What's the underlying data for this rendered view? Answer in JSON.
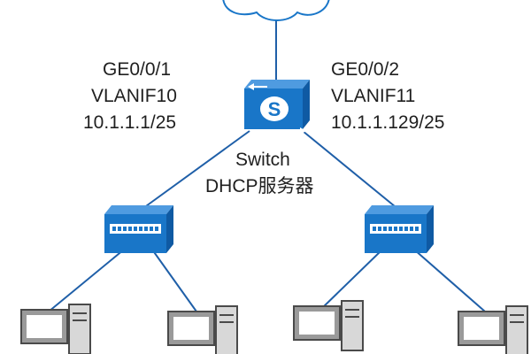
{
  "diagram": {
    "colors": {
      "switch_blue": "#1976c8",
      "switch_dark": "#0f5aa3",
      "link_line": "#1f5fa8",
      "cloud_stroke": "#1976c8",
      "pc_gray": "#9a9a9a",
      "pc_dark": "#4a4a4a",
      "text": "#1f1f1f"
    },
    "core_switch": {
      "icon": "layer3-switch-icon",
      "glyph": "S",
      "name_label": "Switch",
      "role_label": "DHCP服务器"
    },
    "left_interface": {
      "port": "GE0/0/1",
      "vlanif": "VLANIF10",
      "ip": "10.1.1.1/25"
    },
    "right_interface": {
      "port": "GE0/0/2",
      "vlanif": "VLANIF11",
      "ip": "10.1.1.129/25"
    },
    "access_switches": [
      {
        "icon": "access-switch-icon"
      },
      {
        "icon": "access-switch-icon"
      }
    ],
    "pcs": [
      {
        "icon": "pc-icon"
      },
      {
        "icon": "pc-icon"
      },
      {
        "icon": "pc-icon"
      },
      {
        "icon": "pc-icon"
      }
    ],
    "cloud": {
      "icon": "cloud-icon"
    }
  }
}
